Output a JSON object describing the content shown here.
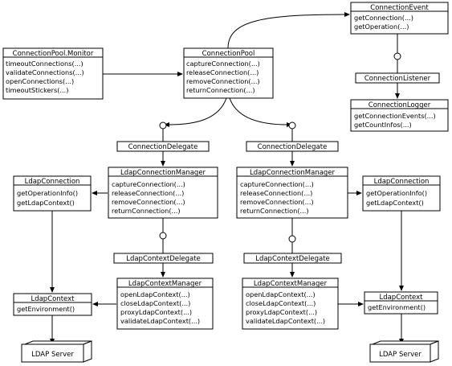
{
  "classes": {
    "monitor": {
      "title": "ConnectionPool.Monitor",
      "items": [
        "timeoutConnections(...)",
        "validateConnections(...)",
        "openConnections(...)",
        "timeoutStickers(...)"
      ]
    },
    "pool": {
      "title": "ConnectionPool",
      "items": [
        "captureConnection(...)",
        "releaseConnection(...)",
        "removeConnection(...)",
        "returnConnection(...)"
      ]
    },
    "event": {
      "title": "ConnectionEvent",
      "items": [
        "getConnection(...)",
        "getOperation(...)"
      ]
    },
    "logger": {
      "title": "ConnectionLogger",
      "items": [
        "getConnectionEvents(...)",
        "getCountInfos(...)"
      ]
    },
    "mgr_left": {
      "title": "LdapConnectionManager",
      "items": [
        "captureConnection(...)",
        "releaseConnection(...)",
        "removeConnection(...)",
        "returnConnection(...)"
      ]
    },
    "mgr_right": {
      "title": "LdapConnectionManager",
      "items": [
        "captureConnection(...)",
        "releaseConnection(...)",
        "removeConnection(...)",
        "returnConnection(...)"
      ]
    },
    "conn_left": {
      "title": "LdapConnection",
      "items": [
        "getOperationInfo()",
        "getLdapContext()"
      ]
    },
    "conn_right": {
      "title": "LdapConnection",
      "items": [
        "getOperationInfo()",
        "getLdapContext()"
      ]
    },
    "ctxmgr_left": {
      "title": "LdapContextManager",
      "items": [
        "openLdapContext(...)",
        "closeLdapContext(...)",
        "proxyLdapContext(...)",
        "validateLdapContext(...)"
      ]
    },
    "ctxmgr_right": {
      "title": "LdapContextManager",
      "items": [
        "openLdapContext(...)",
        "closeLdapContext(...)",
        "proxyLdapContext(...)",
        "validateLdapContext(...)"
      ]
    },
    "ctx_left": {
      "title": "LdapContext",
      "items": [
        "getEnvironment()"
      ]
    },
    "ctx_right": {
      "title": "LdapContext",
      "items": [
        "getEnvironment()"
      ]
    }
  },
  "interfaces": {
    "listener": "ConnectionListener",
    "delegate_left": "ConnectionDelegate",
    "delegate_right": "ConnectionDelegate",
    "ctxdelegate_left": "LdapContextDelegate",
    "ctxdelegate_right": "LdapContextDelegate"
  },
  "servers": {
    "left": "LDAP Server",
    "right": "LDAP Server"
  }
}
